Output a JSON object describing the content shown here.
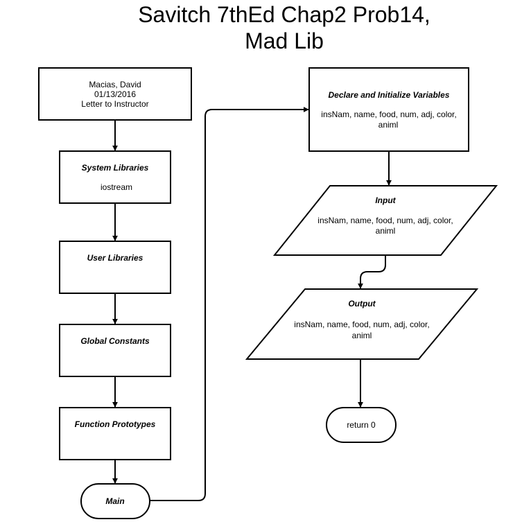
{
  "title": {
    "line1": "Savitch 7thEd Chap2 Prob14,",
    "line2": "Mad Lib"
  },
  "nodes": {
    "header": {
      "lines": [
        "Macias, David",
        "01/13/2016",
        "Letter to Instructor"
      ]
    },
    "system_libraries": {
      "heading": "System Libraries",
      "body": "iostream"
    },
    "user_libraries": {
      "heading": "User Libraries"
    },
    "global_constants": {
      "heading": "Global Constants"
    },
    "function_prototypes": {
      "heading": "Function Prototypes"
    },
    "main": {
      "label": "Main"
    },
    "declare": {
      "heading": "Declare and Initialize Variables",
      "body": [
        "insNam, name, food, num, adj, color,",
        "animl"
      ]
    },
    "input": {
      "heading": "Input",
      "body": [
        "insNam, name, food, num, adj, color,",
        "animl"
      ]
    },
    "output": {
      "heading": "Output",
      "body": [
        "insNam, name, food, num, adj, color,",
        "animl"
      ]
    },
    "return": {
      "label": "return 0"
    }
  }
}
